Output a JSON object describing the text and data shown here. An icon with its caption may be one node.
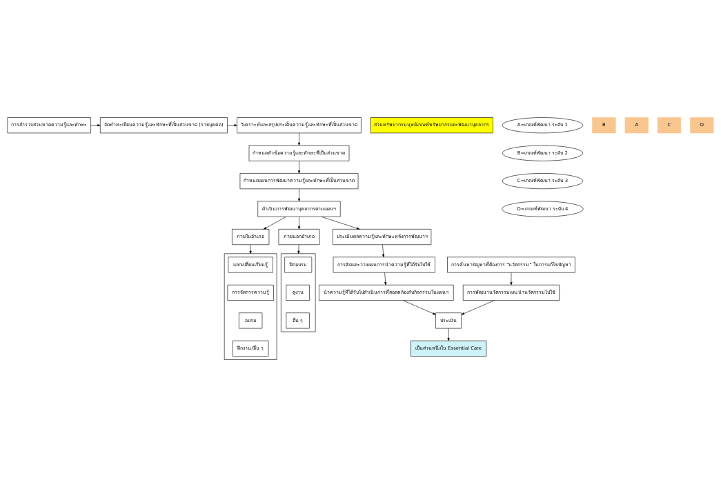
{
  "diagram": {
    "nodes": [
      {
        "text": [
          "การสำรวจส่วนขาดความรู้และทักษะ"
        ]
      },
      {
        "text": [
          "จัดทำทะเบียนความรู้และทักษะที่เป็นส่วนขาด (รายบุคคล)"
        ]
      },
      {
        "text": [
          "วิเคราะห์และสรุปประเด็นความรู้และทักษะที่เป็นส่วนขาด"
        ]
      },
      {
        "text": [
          "ส่วนทรัพยากรมนุษย์เกณฑ์ทรัพยากรและพัฒนาบุคลากร"
        ]
      },
      {
        "text": [
          "กำหนดหัวข้อความรู้และทักษะที่เป็นส่วนขาด"
        ]
      },
      {
        "text": [
          "กำหนดแผนการพัฒนาความรู้และทักษะที่เป็นส่วนขาด"
        ]
      },
      {
        "text": [
          "ดำเนินการพัฒนาบุคลากรตามแผนฯ"
        ]
      },
      {
        "text": [
          "ภายในอำเภอ"
        ]
      },
      {
        "text": [
          "ภายนอกอำเภอ"
        ]
      },
      {
        "text": [],
        "shape": "box"
      },
      {
        "text": [
          "แลกเปลี่ยนเรียนรู้"
        ],
        "in": 9
      },
      {
        "text": [
          "การจัดการความรู้"
        ],
        "in": 9
      },
      {
        "text": [
          "อบรม"
        ],
        "in": 9
      },
      {
        "text": [
          "ฝึกงาน/อื่น ๆ"
        ],
        "in": 9
      },
      {
        "text": [],
        "shape": "box"
      },
      {
        "text": [
          "ฝึกอบรม"
        ],
        "in": 14
      },
      {
        "text": [
          "ดูงาน"
        ],
        "in": 14
      },
      {
        "text": [
          "อื่น ๆ"
        ],
        "in": 14
      },
      {
        "text": [
          "ประเมินผลความรู้และทักษะหลังการพัฒนาฯ"
        ]
      },
      {
        "text": [
          "การคิดและวางแผนการนำความรู้ที่ได้รับไปใช้"
        ]
      },
      {
        "text": [
          "นำความรู้ที่ได้รับไปดำเนินการที่สอดคล้องกับกิจกรรมในแผนฯ"
        ]
      },
      {
        "text": [
          "การค้นหาปัญหาที่ต้องการ \"นวัตกรรม\" ในการแก้ไขปัญหา"
        ]
      },
      {
        "text": [
          "การพัฒนานวัตกรรมและนำนวัตกรรมไปใช้"
        ]
      },
      {
        "text": [
          "ประเมิน"
        ]
      },
      {
        "text": [
          "เป็นส่วนหนึ่งใน Essential Care"
        ]
      },
      {
        "text": [
          "A=เกณฑ์พัฒนา ระดับ 1"
        ]
      },
      {
        "text": [
          "B=เกณฑ์พัฒนา ระดับ 2"
        ]
      },
      {
        "text": [
          "C=เกณฑ์พัฒนา ระดับ 3"
        ]
      },
      {
        "text": [
          "D=เกณฑ์พัฒนา ระดับ 4"
        ]
      },
      {
        "text": [
          "B"
        ]
      },
      {
        "text": [
          "A"
        ]
      },
      {
        "text": [
          "C"
        ]
      },
      {
        "text": [
          "D"
        ]
      }
    ],
    "edges": [
      {
        "from": 0,
        "to": 1,
        "arrow": "to"
      },
      {
        "from": 1,
        "to": 2,
        "arrow": "to"
      },
      {
        "from": 2,
        "to": 4,
        "arrow": "to"
      },
      {
        "from": 4,
        "to": 5,
        "arrow": "to"
      },
      {
        "from": 5,
        "to": 6,
        "arrow": "to"
      },
      {
        "from": 6,
        "to": 7,
        "arrow": "to"
      },
      {
        "from": 6,
        "to": 8,
        "arrow": "to"
      },
      {
        "from": 7,
        "to": 9,
        "arrow": "to"
      },
      {
        "from": 8,
        "to": 14,
        "arrow": "to"
      },
      {
        "from": 6,
        "to": 18,
        "arrow": "to"
      },
      {
        "from": 18,
        "to": 19,
        "arrow": "to"
      },
      {
        "from": 19,
        "to": 20,
        "arrow": "to"
      },
      {
        "from": 21,
        "to": 22,
        "arrow": "to"
      },
      {
        "from": 20,
        "to": 23,
        "arrow": "to"
      },
      {
        "from": 22,
        "to": 23,
        "arrow": "to"
      },
      {
        "from": 23,
        "to": 24,
        "arrow": "to"
      }
    ]
  }
}
